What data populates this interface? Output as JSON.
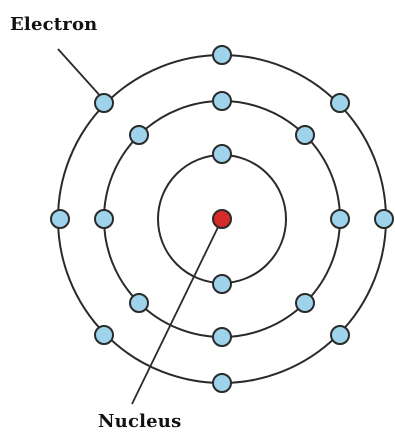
{
  "labels": {
    "electron": "Electron",
    "nucleus": "Nucleus"
  },
  "colors": {
    "nucleus_fill": "#d62b2b",
    "electron_fill": "#9fd3ec",
    "stroke": "#2a2a2a",
    "background": "#ffffff"
  },
  "shells": [
    {
      "name": "inner",
      "electron_count": 2
    },
    {
      "name": "middle",
      "electron_count": 8
    },
    {
      "name": "outer",
      "electron_count": 8
    }
  ]
}
